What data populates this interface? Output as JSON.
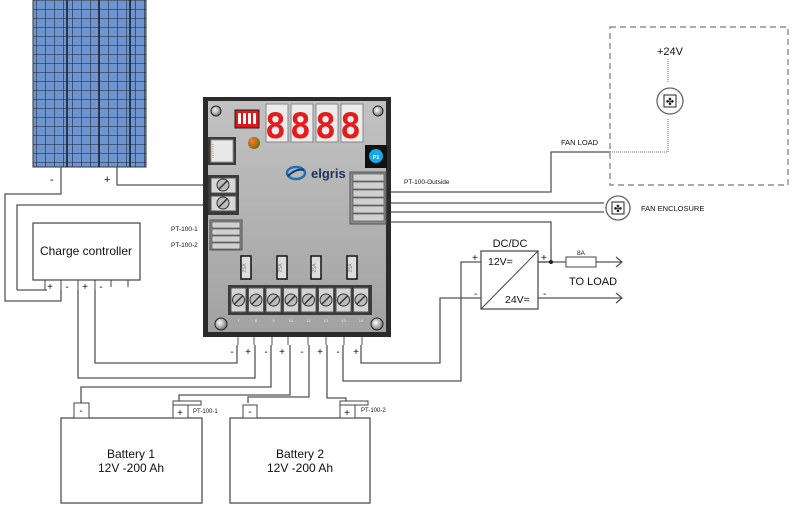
{
  "solar_panel": {
    "minus_label": "-",
    "plus_label": "+"
  },
  "charge_controller": {
    "title": "Charge controller",
    "terminals": [
      "+",
      "-",
      "+",
      "-"
    ]
  },
  "device": {
    "brand": "elgris",
    "display_digits": "8888",
    "p1_button_label": "P1",
    "fuses": [
      "25A",
      "25A",
      "25A",
      "25A"
    ],
    "terminal_numbers": [
      "7",
      "8",
      "9",
      "10",
      "11",
      "12",
      "13",
      "14"
    ],
    "bottom_polarity": [
      "-",
      "+",
      "-",
      "+",
      "-",
      "+",
      "-",
      "+"
    ],
    "left_sensor_labels": [
      "PT-100-1",
      "PT-100-2"
    ],
    "right_sensor_label": "PT-100-Outside"
  },
  "fan_load": {
    "label": "FAN LOAD",
    "supply_label": "+24V"
  },
  "fan_enclosure": {
    "label": "FAN ENCLOSURE"
  },
  "dcdc": {
    "title": "DC/DC",
    "input_label": "12V=",
    "output_label": "24V=",
    "in_plus": "+",
    "in_minus": "-",
    "out_plus": "+",
    "out_minus": "-",
    "fuse_label": "8A",
    "load_label": "TO LOAD"
  },
  "batteries": [
    {
      "name": "Battery 1",
      "spec": "12V -200 Ah",
      "minus": "-",
      "plus": "+",
      "sensor": "PT-100-1"
    },
    {
      "name": "Battery 2",
      "spec": "12V -200 Ah",
      "minus": "-",
      "plus": "+",
      "sensor": "PT-100-2"
    }
  ],
  "colors": {
    "panel_blue": "#6f95d0",
    "device_gray": "#a9a9a9",
    "display_red": "#e41c1c",
    "p1_blue": "#1aa7e8"
  }
}
